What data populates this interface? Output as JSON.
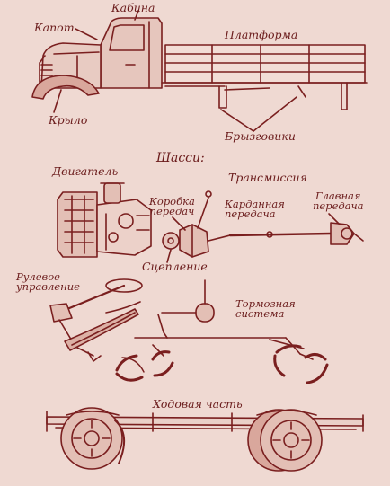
{
  "colors": {
    "background": "#efd9d2",
    "ink": "#7a1f1f",
    "label_ink": "#6b1c1c",
    "shade": "#c98f84"
  },
  "labels": {
    "kabina": "Кабина",
    "kapot": "Капот",
    "platforma": "Платформа",
    "krylo": "Крыло",
    "bryzgoviki": "Брызговики",
    "shassi": "Шасси:",
    "dvigatel": "Двигатель",
    "transmissiya": "Трансмиссия",
    "korobka": "Коробка\nпередач",
    "kardannaya": "Карданная\nпередача",
    "glavnaya": "Главная\nпередача",
    "sceplenie": "Сцепление",
    "rulevoe": "Рулевое\nуправление",
    "tormoznaya": "Тормозная\nсистема",
    "hodovaya": "Ходовая часть"
  }
}
